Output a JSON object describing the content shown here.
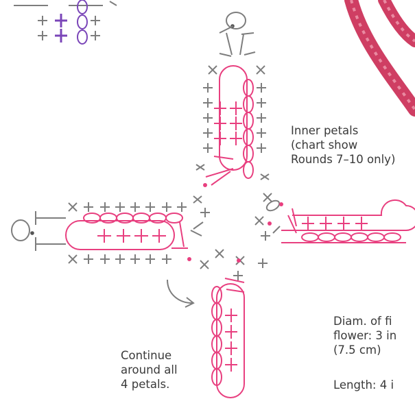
{
  "notes": {
    "inner_petals": "Inner petals\n(chart show\nRounds 7–10 only)",
    "diameter": "Diam. of fi\nflower: 3 in\n(7.5 cm)",
    "continue": "Continue\naround all\n4 petals.",
    "length": "Length: 4 i"
  },
  "colors": {
    "pink": "#e83f7f",
    "purple": "#7a45b8",
    "grey": "#7d7d7d",
    "yarn": "#cf3e63",
    "text": "#3a3a3a"
  },
  "icons": [
    "yarn-strand",
    "yarn-end-loop",
    "slip-stitch-dot",
    "arrow"
  ]
}
